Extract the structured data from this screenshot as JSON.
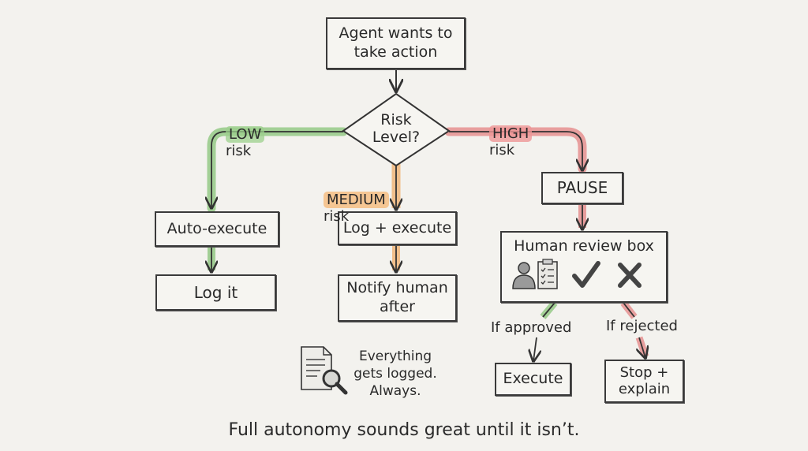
{
  "nodes": {
    "start": "Agent wants to\ntake action",
    "decision": "Risk\nLevel?",
    "auto_execute": "Auto-execute",
    "log_it": "Log it",
    "log_execute": "Log + execute",
    "notify": "Notify human\nafter",
    "pause": "PAUSE",
    "human_review": "Human review box",
    "execute": "Execute",
    "stop_explain": "Stop +\nexplain"
  },
  "branches": {
    "low_tag": "LOW",
    "medium_tag": "MEDIUM",
    "high_tag": "HIGH",
    "risk_word": "risk",
    "if_approved": "If approved",
    "if_rejected": "If rejected"
  },
  "note": "Everything\ngets logged.\nAlways.",
  "caption": "Full autonomy sounds great until it isn’t.",
  "icons": [
    "person-icon",
    "checklist-icon",
    "checkmark-icon",
    "x-mark-icon",
    "document-magnifier-icon"
  ],
  "colors": {
    "low": "#8fc77f",
    "medium": "#f1b77a",
    "high": "#e58a8a",
    "ink": "#333333",
    "background": "#f3f2ee"
  }
}
